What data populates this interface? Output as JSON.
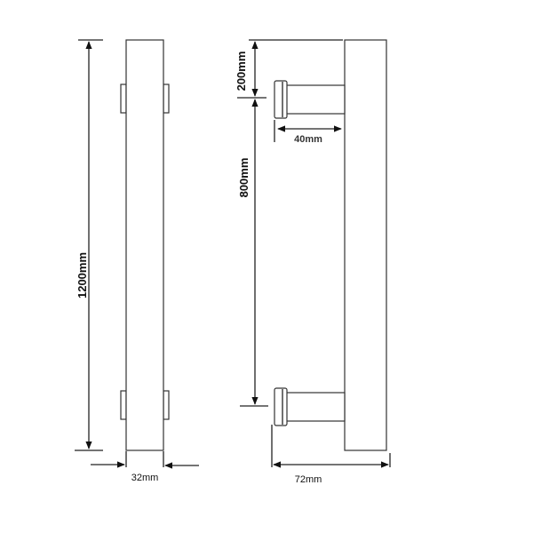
{
  "dimensions": {
    "overall_length": "1200mm",
    "bar_width": "32mm",
    "end_to_standoff": "200mm",
    "center_to_center": "800mm",
    "standoff_length": "40mm",
    "total_depth": "72mm"
  },
  "colors": {
    "line": "#222222",
    "label_40mm": "#333333"
  }
}
